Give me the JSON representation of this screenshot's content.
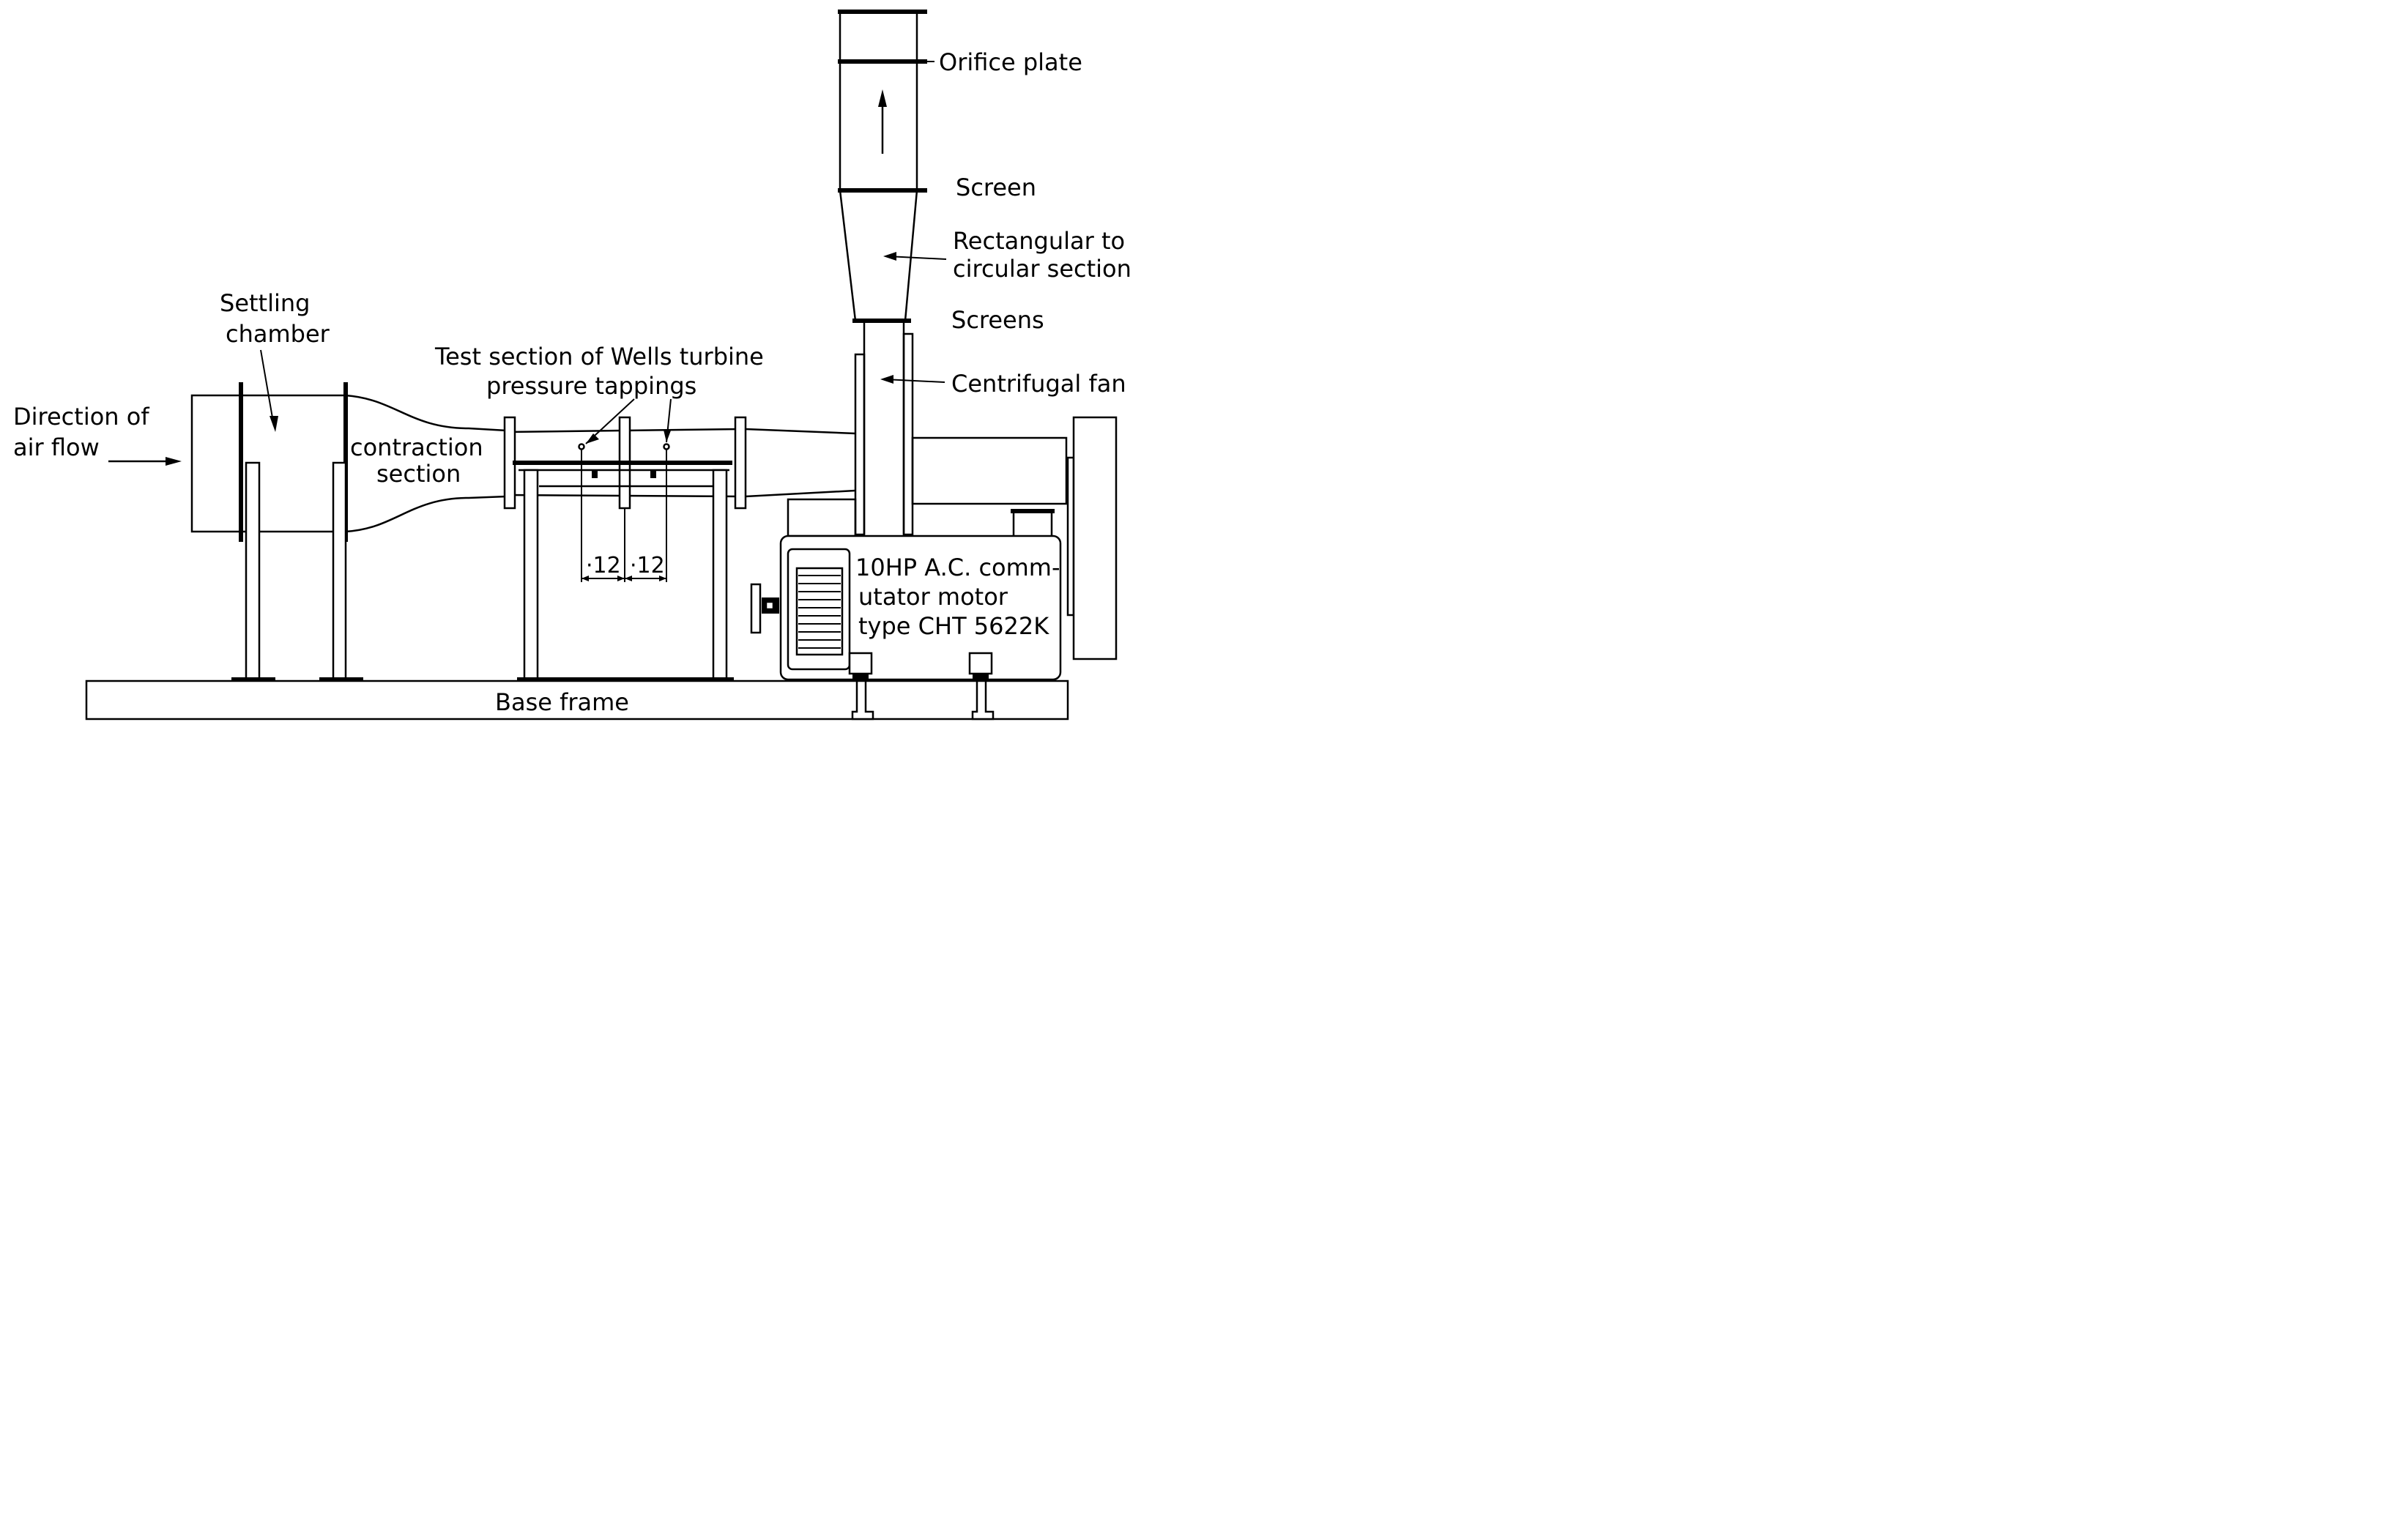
{
  "labels": {
    "orifice_plate": "Orifice plate",
    "screen": "Screen",
    "rect_to_circ_1": "Rectangular to",
    "rect_to_circ_2": "circular section",
    "screens": "Screens",
    "centrifugal_fan": "Centrifugal fan",
    "settling_1": "Settling",
    "settling_2": "chamber",
    "test_section_1": "Test section of Wells turbine",
    "test_section_2": "pressure tappings",
    "direction_1": "Direction of",
    "direction_2": "air flow",
    "contraction_1": "contraction",
    "contraction_2": "section",
    "motor_1": "10HP A.C. comm-",
    "motor_2": "utator motor",
    "motor_3": "type CHT 5622K",
    "base_frame": "Base frame",
    "dim_left": "·12",
    "dim_right": "·12"
  }
}
